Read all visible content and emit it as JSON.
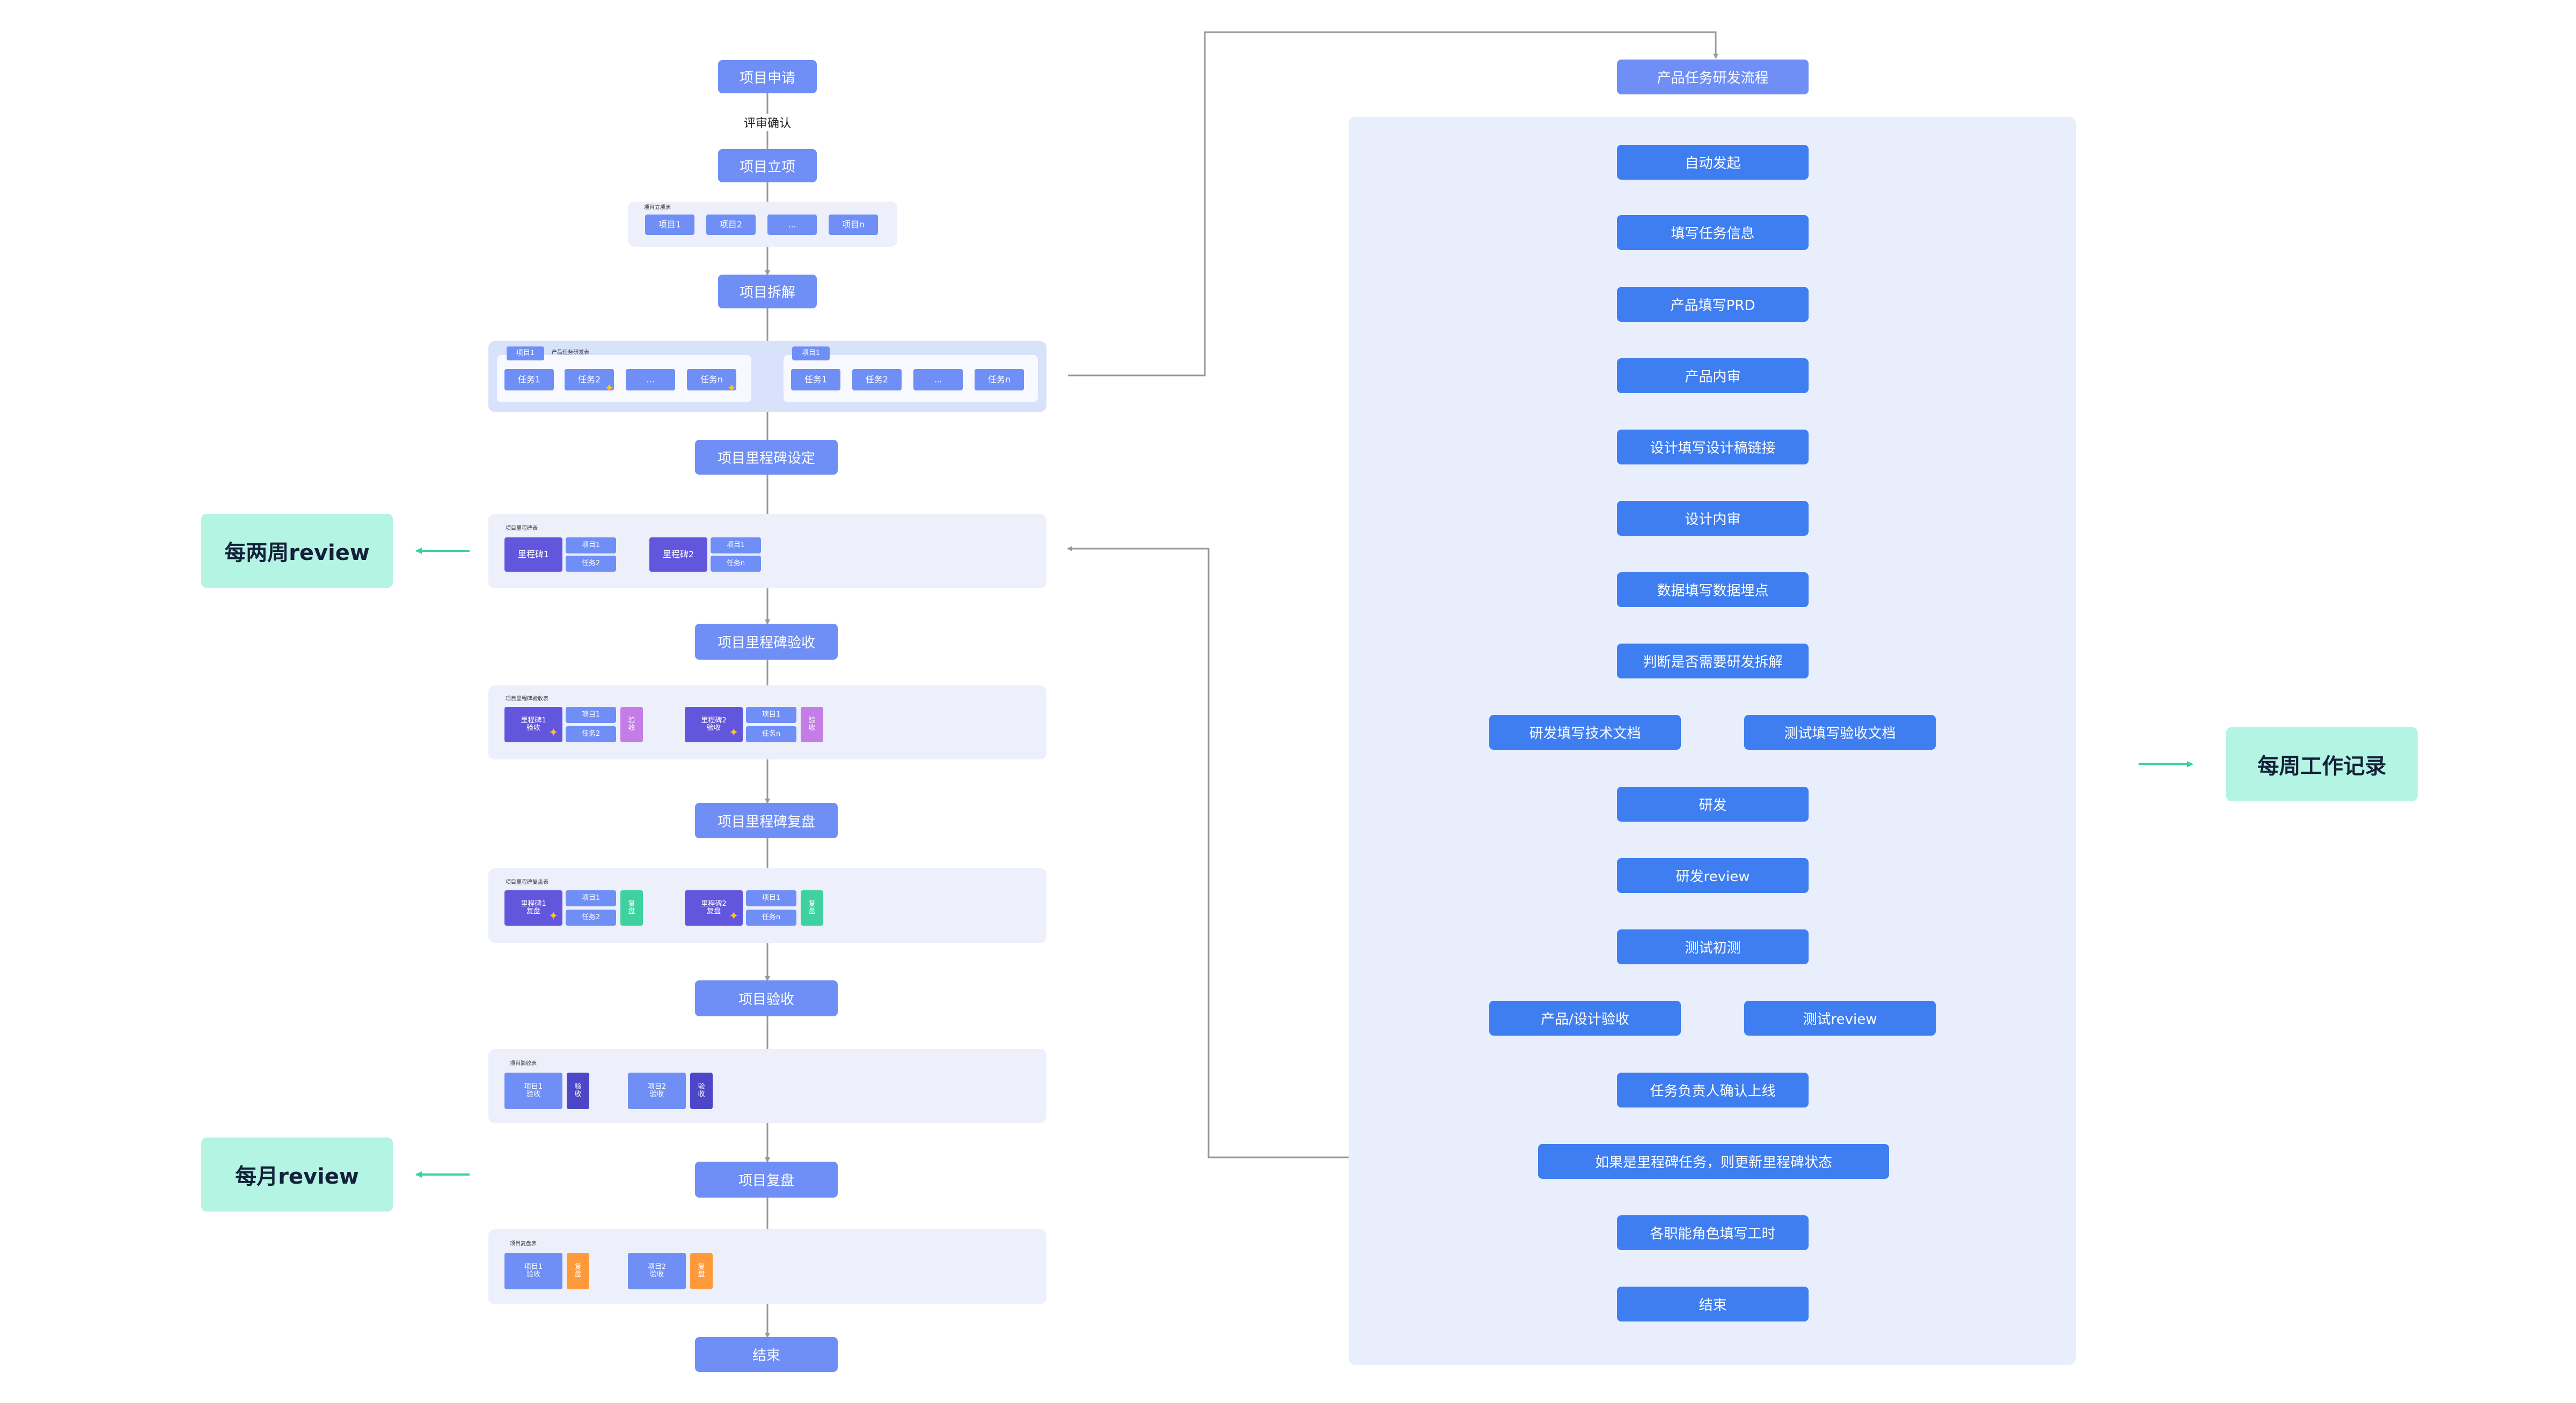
{
  "colors": {
    "left_node": "#6f8ff6",
    "right_node": "#3f7ef0",
    "panel": "#edf0fb",
    "review": "#b3f4e2",
    "line": "#999999",
    "teal": "#36d3a4"
  },
  "left_flow": {
    "project_apply": "项目申请",
    "review_confirm": "评审确认",
    "project_approve": "项目立项",
    "approve_table": {
      "caption": "项目立项表",
      "items": [
        "项目1",
        "项目2",
        "...",
        "项目n"
      ]
    },
    "project_split": "项目拆解",
    "split_table": {
      "left": {
        "tag": "项目1",
        "caption": "产品任务研发表",
        "items": [
          "任务1",
          "任务2",
          "...",
          "任务n"
        ]
      },
      "right": {
        "tag": "项目1",
        "items": [
          "任务1",
          "任务2",
          "...",
          "任务n"
        ]
      }
    },
    "milestone_set": "项目里程碑设定",
    "milestone_table": {
      "caption": "项目里程碑表",
      "groups": [
        {
          "milestone": "里程碑1",
          "items": [
            "项目1",
            "任务2"
          ]
        },
        {
          "milestone": "里程碑2",
          "items": [
            "项目1",
            "任务n"
          ]
        }
      ]
    },
    "milestone_accept": "项目里程碑验收",
    "accept_table": {
      "caption": "项目里程碑验收表",
      "groups": [
        {
          "milestone": "里程碑1\n验收",
          "items": [
            "项目1",
            "任务2"
          ],
          "tag": "验\n收"
        },
        {
          "milestone": "里程碑2\n验收",
          "items": [
            "项目1",
            "任务n"
          ],
          "tag": "验\n收"
        }
      ]
    },
    "milestone_review": "项目里程碑复盘",
    "review_table": {
      "caption": "项目里程碑复盘表",
      "groups": [
        {
          "milestone": "里程碑1\n复盘",
          "items": [
            "项目1",
            "任务2"
          ],
          "tag": "复\n盘"
        },
        {
          "milestone": "里程碑2\n复盘",
          "items": [
            "项目1",
            "任务n"
          ],
          "tag": "复\n盘"
        }
      ]
    },
    "project_accept": "项目验收",
    "project_accept_table": {
      "caption": "项目验收表",
      "groups": [
        {
          "item": "项目1\n验收",
          "tag": "验\n收"
        },
        {
          "item": "项目2\n验收",
          "tag": "验\n收"
        }
      ]
    },
    "project_review": "项目复盘",
    "project_review_table": {
      "caption": "项目复盘表",
      "groups": [
        {
          "item": "项目1\n验收",
          "tag": "复\n盘"
        },
        {
          "item": "项目2\n验收",
          "tag": "复\n盘"
        }
      ]
    },
    "end": "结束"
  },
  "reviews": {
    "biweekly": "每两周review",
    "monthly": "每月review",
    "weekly": "每周工作记录"
  },
  "right_flow": {
    "title": "产品任务研发流程",
    "steps": {
      "auto_start": "自动发起",
      "fill_task": "填写任务信息",
      "fill_prd": "产品填写PRD",
      "product_internal": "产品内审",
      "design_link": "设计填写设计稿链接",
      "design_internal": "设计内审",
      "data_points": "数据填写数据埋点",
      "judge_split": "判断是否需要研发拆解",
      "dev_doc": "研发填写技术文档",
      "test_doc": "测试填写验收文档",
      "develop": "研发",
      "dev_review": "研发review",
      "test_initial": "测试初测",
      "product_accept": "产品/设计验收",
      "test_review": "测试review",
      "owner_confirm": "任务负责人确认上线",
      "update_milestone": "如果是里程碑任务，则更新里程碑状态",
      "fill_hours": "各职能角色填写工时",
      "end": "结束"
    }
  }
}
